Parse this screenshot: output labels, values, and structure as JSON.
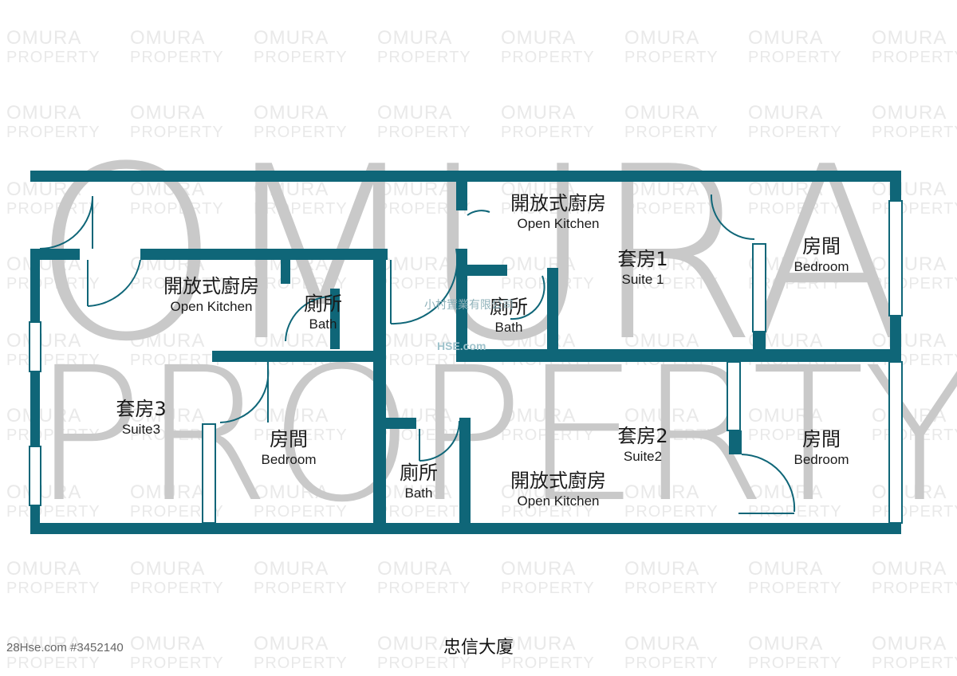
{
  "watermark": {
    "line1": "OMURA",
    "line2": "PROPERTY",
    "tile_color": "#e9e9e9",
    "big_color": "#c9c9c9"
  },
  "wall_color": "#0f6678",
  "rooms": {
    "suite3": {
      "kitchen": {
        "zh": "開放式廚房",
        "en": "Open Kitchen"
      },
      "bath": {
        "zh": "廁所",
        "en": "Bath"
      },
      "suite": {
        "zh": "套房3",
        "en": "Suite3"
      },
      "bedroom": {
        "zh": "房間",
        "en": "Bedroom"
      }
    },
    "suite1": {
      "kitchen": {
        "zh": "開放式廚房",
        "en": "Open Kitchen"
      },
      "bath": {
        "zh": "廁所",
        "en": "Bath"
      },
      "suite": {
        "zh": "套房1",
        "en": "Suite 1"
      },
      "bedroom": {
        "zh": "房間",
        "en": "Bedroom"
      }
    },
    "suite2": {
      "kitchen": {
        "zh": "開放式廚房",
        "en": "Open Kitchen"
      },
      "bath": {
        "zh": "廁所",
        "en": "Bath"
      },
      "suite": {
        "zh": "套房2",
        "en": "Suite2"
      },
      "bedroom": {
        "zh": "房間",
        "en": "Bedroom"
      }
    }
  },
  "building_name": "忠信大廈",
  "listing_id": "28Hse.com #3452140",
  "site_watermark": "小村置業有限公司",
  "site_watermark2": "HSE.com"
}
